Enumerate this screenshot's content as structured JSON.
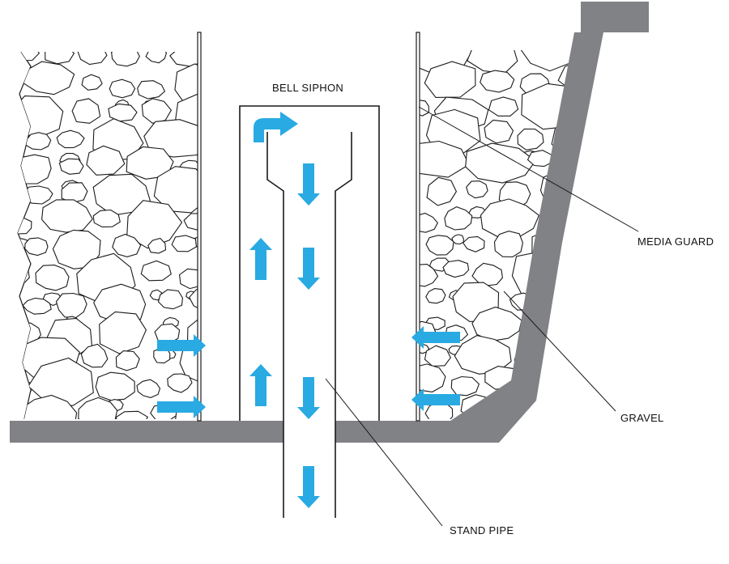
{
  "labels": {
    "bell_siphon": "BELL  SIPHON",
    "media_guard": "MEDIA GUARD",
    "gravel": "GRAVEL",
    "stand_pipe": "STAND PIPE"
  },
  "colors": {
    "wall": "#808285",
    "arrow": "#29aae2",
    "line": "#1a1a1a",
    "background": "#ffffff"
  },
  "icons": {
    "flow_down": "arrow-down-icon",
    "flow_up": "arrow-up-icon",
    "flow_in_from_left": "arrow-right-icon",
    "flow_in_from_right": "arrow-left-icon",
    "flow_over_top": "bent-arrow-icon"
  }
}
